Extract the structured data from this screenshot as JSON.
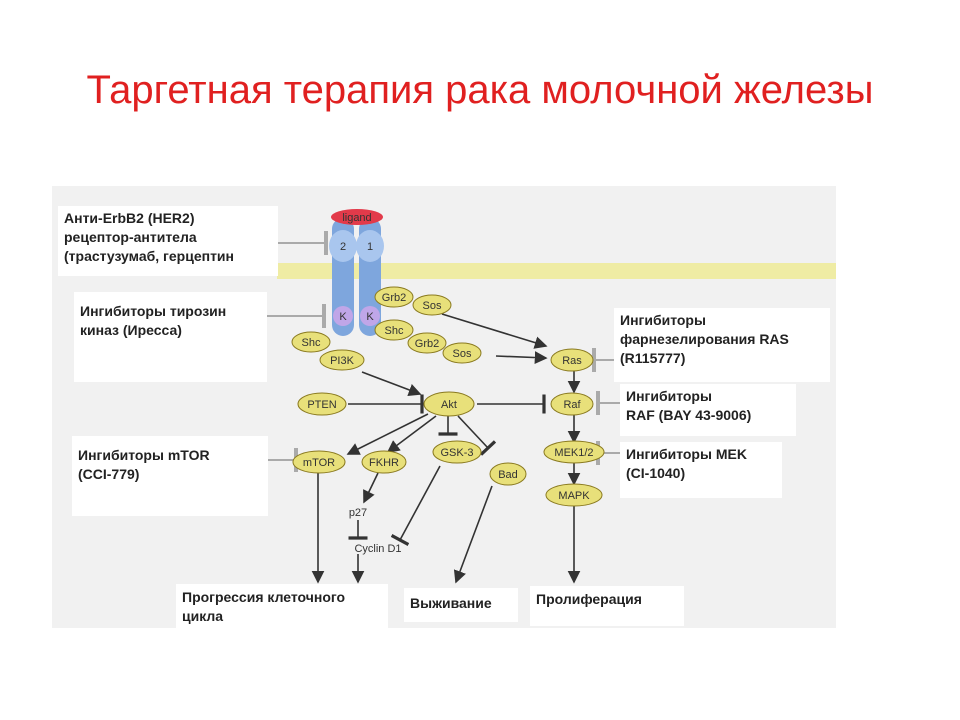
{
  "slide": {
    "title": "Таргетная терапия рака молочной железы"
  },
  "diagram": {
    "ligand": "ligand",
    "receptor_numbers": [
      "2",
      "1"
    ],
    "receptor_kinase": [
      "K",
      "K"
    ],
    "nodes": {
      "grb2_top": "Grb2",
      "sos_top": "Sos",
      "shc_left": "Shc",
      "shc_mid": "Shc",
      "grb2_mid": "Grb2",
      "sos_mid": "Sos",
      "pi3k": "PI3K",
      "ras": "Ras",
      "pten": "PTEN",
      "akt": "Akt",
      "raf": "Raf",
      "mtor": "mTOR",
      "fkhr": "FKHR",
      "gsk3": "GSK-3",
      "bad": "Bad",
      "mek": "MEK1/2",
      "mapk": "MAPK",
      "p27": "p27",
      "cyclin": "Cyclin D1"
    },
    "inhibitor_boxes": {
      "her2": [
        "Анти-ErbB2 (HER2)",
        "рецептор-антитела",
        "(трастузумаб, герцептин"
      ],
      "tki": [
        "Ингибиторы тирозин",
        "киназ (Иресса)"
      ],
      "mtor": [
        "Ингибиторы mTOR",
        "(CCI-779)"
      ],
      "ras": [
        "Ингибиторы",
        "фарнезелирования RAS",
        "(R115777)"
      ],
      "raf": [
        "Ингибиторы",
        "RAF (BAY 43-9006)"
      ],
      "mek": [
        "Ингибиторы MEK",
        "(CI-1040)"
      ]
    },
    "outcomes": {
      "cell_cycle": [
        "Прогрессия клеточного",
        "цикла"
      ],
      "survival": "Выживание",
      "proliferation": "Пролиферация"
    },
    "colors": {
      "title": "#e02020",
      "node_fill": "#e8e07a",
      "node_stroke": "#8a7a20",
      "receptor": "#7ea6dd",
      "ligand": "#e23a4a",
      "membrane": "#eeeb96",
      "background": "#f1f1f1"
    }
  }
}
